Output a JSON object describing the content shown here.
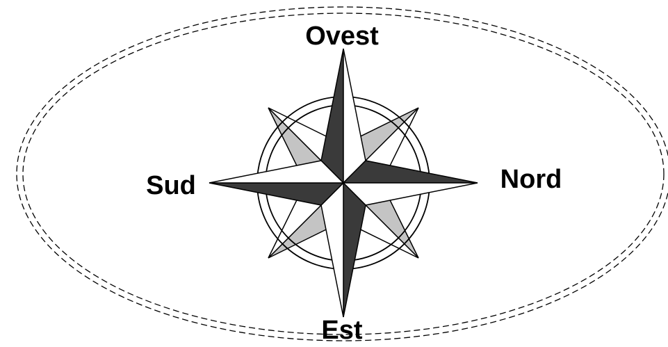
{
  "labels": {
    "top": "Ovest",
    "bottom": "Est",
    "left": "Sud",
    "right": "Nord"
  },
  "colors": {
    "dark": "#3a3a3a",
    "light": "#c4c4c4",
    "white": "#ffffff",
    "outline": "#000000"
  }
}
